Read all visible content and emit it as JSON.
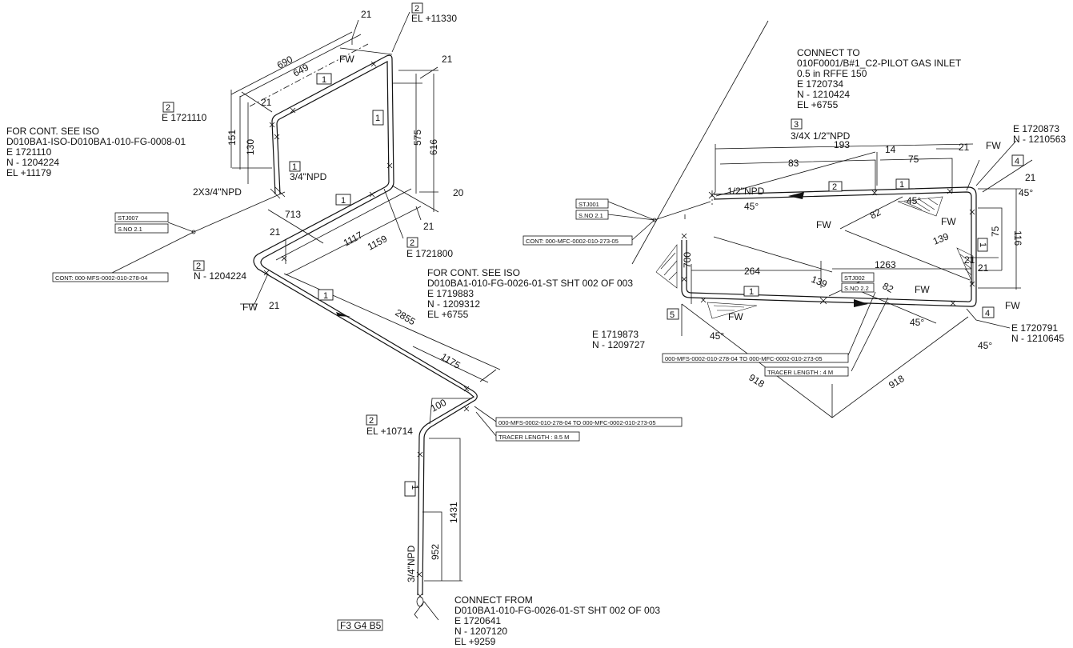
{
  "left_notes": {
    "for_cont_1": "FOR CONT. SEE ISO",
    "for_cont_2": "D010BA1-ISO-D010BA1-010-FG-0008-01",
    "for_cont_3": "E 1721110",
    "for_cont_4": "N - 1204224",
    "for_cont_5": "EL +11179",
    "stj007": "STJ007",
    "sno21_left": "S.NO 2.1",
    "cont_left": "CONT: 000-MFS-0002-010-278-04",
    "e_1721110": "E 1721110",
    "n_1204224": "N - 1204224",
    "npd_2x34": "2X3/4\"NPD",
    "npd_34_a": "3/4\"NPD",
    "el_11330": "EL +11330",
    "e_1721800": "E 1721800",
    "el_10714": "EL +10714",
    "mid_note_1": "FOR CONT. SEE ISO",
    "mid_note_2": "D010BA1-010-FG-0026-01-ST SHT 002 OF 003",
    "mid_note_3": "E 1719883",
    "mid_note_4": "N - 1209312",
    "mid_note_5": "EL +6755",
    "tag_long_left": "000-MFS-0002-010-278-04 TO 000-MFC-0002-010-273-05",
    "tracer_left": "TRACER LENGTH : 8.5 M",
    "npd_34_vert": "3/4\"NPD",
    "f3g4b5": "F3 G4 B5",
    "connect_from_1": "CONNECT FROM",
    "connect_from_2": "D010BA1-010-FG-0026-01-ST SHT 002 OF 003",
    "connect_from_3": "E 1720641",
    "connect_from_4": "N - 1207120",
    "connect_from_5": "EL +9259"
  },
  "left_dims": {
    "d21a": "21",
    "d690": "690",
    "d649": "649",
    "d21b": "21",
    "d151": "151",
    "d130": "130",
    "d21c": "21",
    "d575": "575",
    "d616": "616",
    "d20": "20",
    "d21d": "21",
    "d713": "713",
    "d21e": "21",
    "d1117": "1117",
    "d1159": "1159",
    "d21f": "21",
    "d2855": "2855",
    "d1175": "1175",
    "d100": "100",
    "d1431": "1431",
    "d952": "952",
    "fw1": "FW",
    "fw2": "FW"
  },
  "right_notes": {
    "connect_to_1": "CONNECT TO",
    "connect_to_2": "010F0001/B#1_C2-PILOT GAS INLET",
    "connect_to_3": "0.5 in RFFE 150",
    "connect_to_4": "E 1720734",
    "connect_to_5": "N - 1210424",
    "connect_to_6": "EL +6755",
    "npd_34x12": "3/4X 1/2\"NPD",
    "npd_12": "1/2\"NPD",
    "e_1720873": "E 1720873",
    "n_1210563": "N - 1210563",
    "stj001": "STJ001",
    "sno21_right": "S.NO 2.1",
    "cont_right": "CONT: 000-MFC-0002-010-273-05",
    "stj002": "STJ002",
    "sno22": "S.NO 2.2",
    "e_1719873": "E 1719873",
    "n_1209727": "N - 1209727",
    "tag_long_right": "000-MFS-0002-010-278-04 TO 000-MFC-0002-010-273-05",
    "tracer_right": "TRACER LENGTH : 4 M",
    "e_1720791": "E 1720791",
    "n_1210645": "N - 1210645"
  },
  "right_dims": {
    "d193": "193",
    "d83": "83",
    "d14": "14",
    "d75a": "75",
    "d21a": "21",
    "d21b": "21",
    "d45a": "45°",
    "d45b": "45°",
    "d82a": "82",
    "d116": "116",
    "d75b": "75",
    "d139a": "139",
    "d1263": "1263",
    "d21c": "21",
    "d21d": "21",
    "d264": "264",
    "d139b": "139",
    "d82b": "82",
    "d700": "700",
    "d45c": "45°",
    "d45d": "45°",
    "d45e": "45°",
    "d918a": "918",
    "d918b": "918",
    "fw1": "FW",
    "fw2": "FW",
    "fw3": "FW",
    "fw4": "FW",
    "fw5": "FW",
    "fw6": "FW"
  },
  "tags": {
    "n1": "1",
    "n2": "2",
    "n3": "3",
    "n4": "4",
    "n5": "5"
  }
}
